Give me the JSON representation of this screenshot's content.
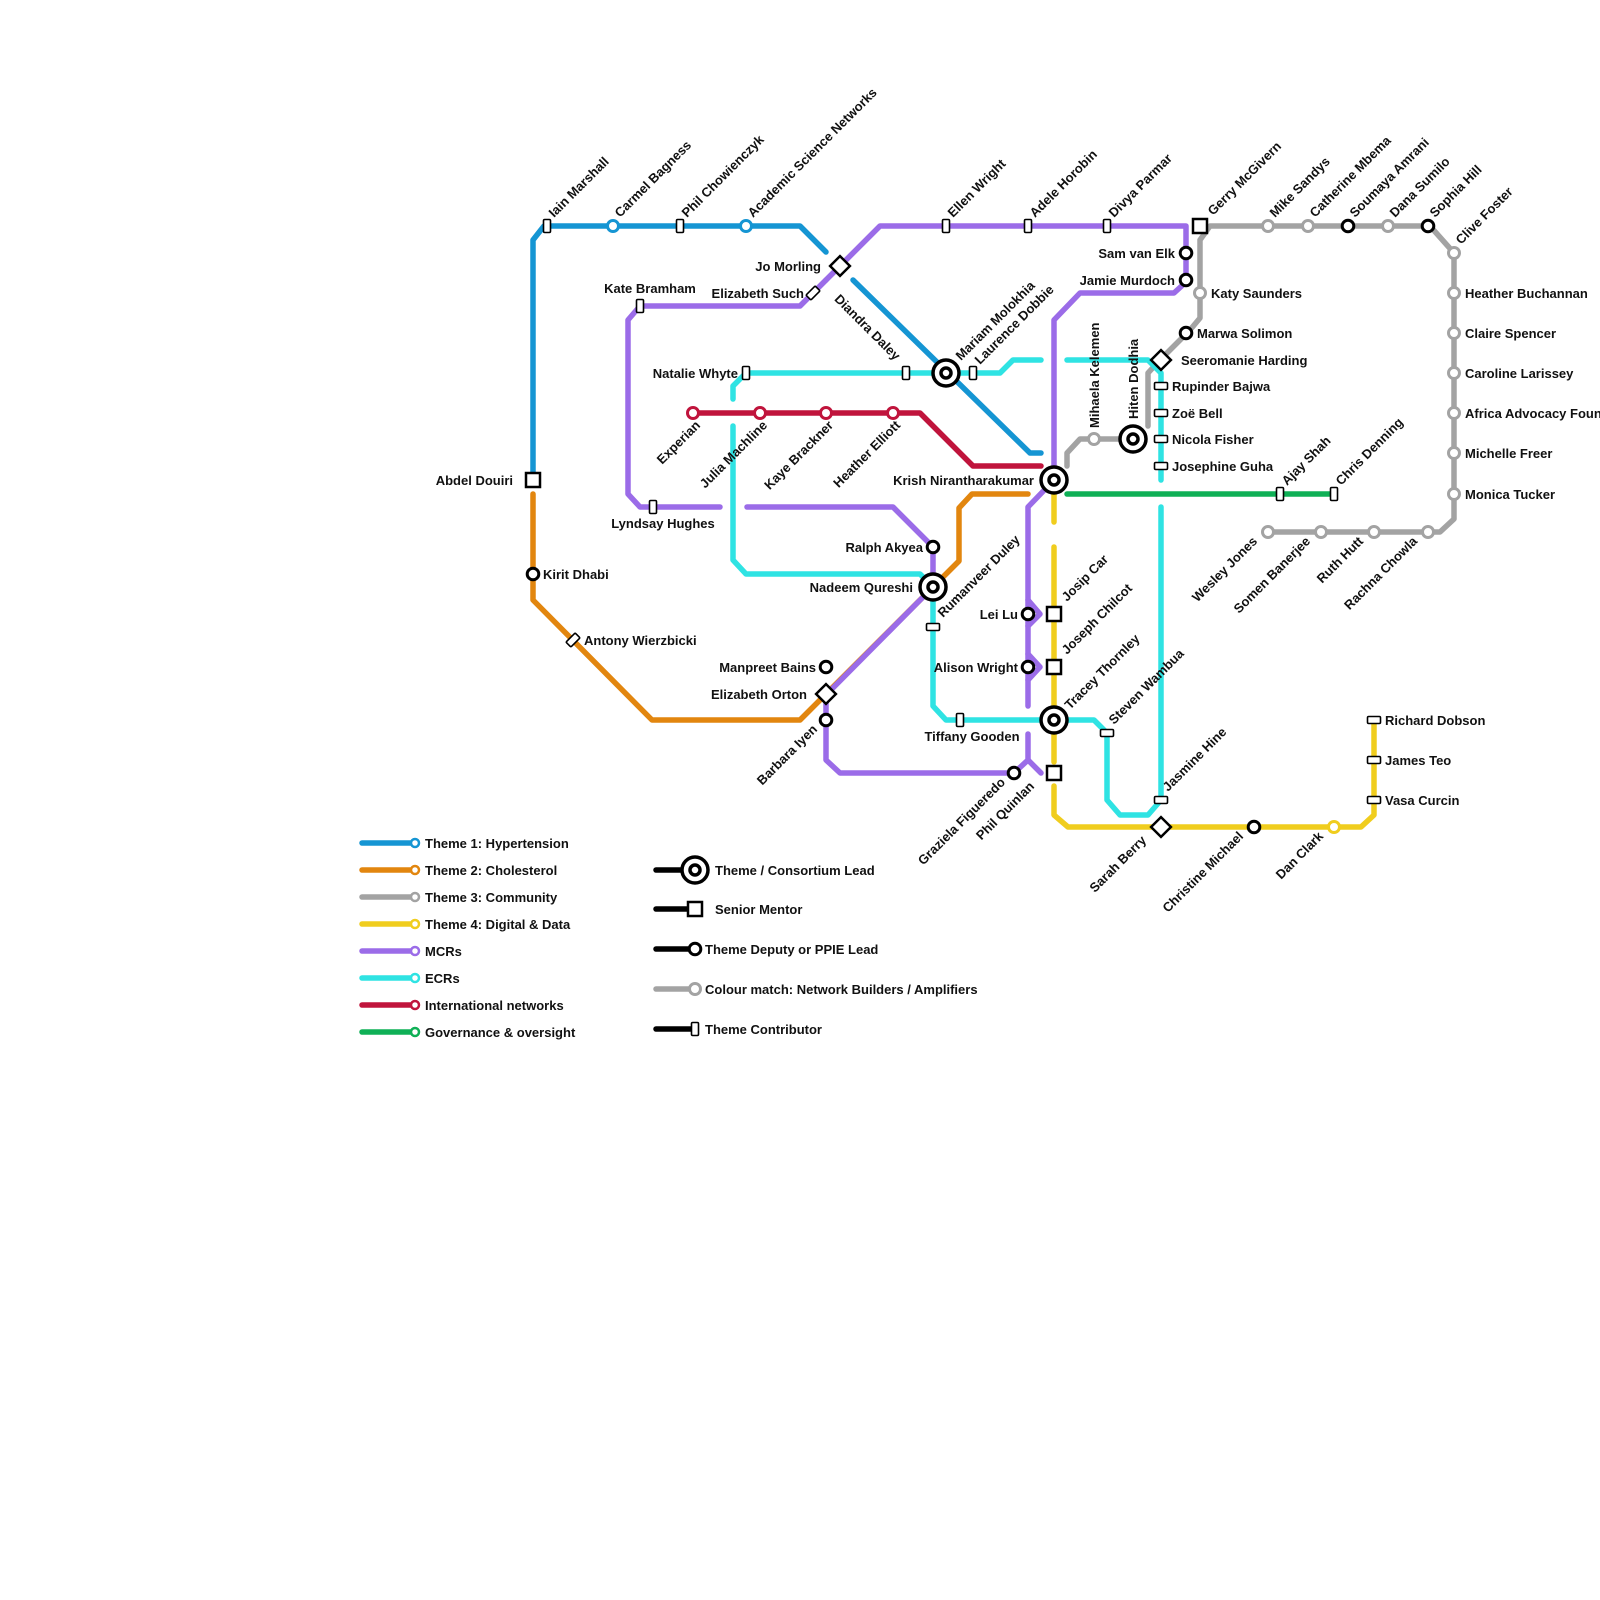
{
  "colors": {
    "hypertension": "#1595d3",
    "cholesterol": "#e2860f",
    "community": "#a3a3a3",
    "digital": "#f0cd1e",
    "mcrs": "#9b6ce8",
    "ecrs": "#2fe3e3",
    "international": "#c0143c",
    "governance": "#0fb056",
    "black": "#000000"
  },
  "line_legend": [
    {
      "key": "hypertension",
      "label": "Theme 1: Hypertension"
    },
    {
      "key": "cholesterol",
      "label": "Theme 2: Cholesterol"
    },
    {
      "key": "community",
      "label": "Theme 3: Community"
    },
    {
      "key": "digital",
      "label": "Theme 4: Digital & Data"
    },
    {
      "key": "mcrs",
      "label": "MCRs"
    },
    {
      "key": "ecrs",
      "label": "ECRs"
    },
    {
      "key": "international",
      "label": "International networks"
    },
    {
      "key": "governance",
      "label": "Governance & oversight"
    }
  ],
  "role_legend": [
    {
      "role": "lead",
      "label": "Theme / Consortium Lead"
    },
    {
      "role": "mentor",
      "label": "Senior Mentor"
    },
    {
      "role": "deputy",
      "label": "Theme Deputy or PPIE Lead"
    },
    {
      "role": "builder",
      "label": "Colour match: Network Builders / Amplifiers"
    },
    {
      "role": "contributor",
      "label": "Theme Contributor"
    }
  ],
  "stations": [
    {
      "name": "Iain Marshall",
      "role": "contributor"
    },
    {
      "name": "Carmel Bagness",
      "role": "builder",
      "line": "hypertension"
    },
    {
      "name": "Phil Chowienczyk",
      "role": "contributor"
    },
    {
      "name": "Academic Science Networks",
      "role": "builder",
      "line": "hypertension"
    },
    {
      "name": "Jo Morling",
      "role": "interchange"
    },
    {
      "name": "Elizabeth Such",
      "role": "contributor"
    },
    {
      "name": "Kate Bramham",
      "role": "contributor"
    },
    {
      "name": "Diandra Daley",
      "role": "contributor"
    },
    {
      "name": "Mariam Molokhia",
      "role": "lead"
    },
    {
      "name": "Laurence Dobbie",
      "role": "contributor"
    },
    {
      "name": "Ellen Wright",
      "role": "contributor"
    },
    {
      "name": "Adele Horobin",
      "role": "contributor"
    },
    {
      "name": "Divya Parmar",
      "role": "contributor"
    },
    {
      "name": "Gerry McGivern",
      "role": "mentor"
    },
    {
      "name": "Mike Sandys",
      "role": "builder",
      "line": "community"
    },
    {
      "name": "Catherine Mbema",
      "role": "builder",
      "line": "community"
    },
    {
      "name": "Soumaya Amrani",
      "role": "deputy"
    },
    {
      "name": "Dana Sumilo",
      "role": "builder",
      "line": "community"
    },
    {
      "name": "Sophia Hill",
      "role": "deputy"
    },
    {
      "name": "Clive Foster",
      "role": "builder",
      "line": "community"
    },
    {
      "name": "Heather Buchannan",
      "role": "builder",
      "line": "community"
    },
    {
      "name": "Claire Spencer",
      "role": "builder",
      "line": "community"
    },
    {
      "name": "Caroline Larissey",
      "role": "builder",
      "line": "community"
    },
    {
      "name": "Africa Advocacy Foundation",
      "role": "builder",
      "line": "community"
    },
    {
      "name": "Michelle Freer",
      "role": "builder",
      "line": "community"
    },
    {
      "name": "Monica Tucker",
      "role": "builder",
      "line": "community"
    },
    {
      "name": "Sam van Elk",
      "role": "deputy"
    },
    {
      "name": "Jamie Murdoch",
      "role": "deputy"
    },
    {
      "name": "Katy Saunders",
      "role": "builder",
      "line": "community"
    },
    {
      "name": "Marwa Solimon",
      "role": "deputy"
    },
    {
      "name": "Seeromanie Harding",
      "role": "interchange"
    },
    {
      "name": "Rupinder Bajwa",
      "role": "contributor"
    },
    {
      "name": "Zoë Bell",
      "role": "contributor"
    },
    {
      "name": "Nicola Fisher",
      "role": "contributor"
    },
    {
      "name": "Josephine Guha",
      "role": "contributor"
    },
    {
      "name": "Hiten Dodhia",
      "role": "lead"
    },
    {
      "name": "Mihaela Kelemen",
      "role": "builder",
      "line": "community"
    },
    {
      "name": "Natalie Whyte",
      "role": "contributor"
    },
    {
      "name": "Experian",
      "role": "builder",
      "line": "international"
    },
    {
      "name": "Julia Machline",
      "role": "builder",
      "line": "international"
    },
    {
      "name": "Kaye Brackner",
      "role": "builder",
      "line": "international"
    },
    {
      "name": "Heather Elliott",
      "role": "builder",
      "line": "international"
    },
    {
      "name": "Krish Nirantharakumar",
      "role": "lead"
    },
    {
      "name": "Ajay Shah",
      "role": "contributor"
    },
    {
      "name": "Chris Denning",
      "role": "contributor"
    },
    {
      "name": "Wesley Jones",
      "role": "builder",
      "line": "community"
    },
    {
      "name": "Somen Banerjee",
      "role": "builder",
      "line": "community"
    },
    {
      "name": "Ruth Hutt",
      "role": "builder",
      "line": "community"
    },
    {
      "name": "Rachna Chowla",
      "role": "builder",
      "line": "community"
    },
    {
      "name": "Abdel Douiri",
      "role": "mentor"
    },
    {
      "name": "Kirit Dhabi",
      "role": "deputy"
    },
    {
      "name": "Antony Wierzbicki",
      "role": "contributor"
    },
    {
      "name": "Lyndsay Hughes",
      "role": "contributor"
    },
    {
      "name": "Ralph Akyea",
      "role": "deputy"
    },
    {
      "name": "Nadeem Qureshi",
      "role": "lead"
    },
    {
      "name": "Rumanveer Duley",
      "role": "contributor"
    },
    {
      "name": "Josip Car",
      "role": "mentor"
    },
    {
      "name": "Lei Lu",
      "role": "deputy"
    },
    {
      "name": "Joseph Chilcot",
      "role": "mentor"
    },
    {
      "name": "Alison Wright",
      "role": "deputy"
    },
    {
      "name": "Tracey Thornley",
      "role": "lead"
    },
    {
      "name": "Steven Wambua",
      "role": "contributor"
    },
    {
      "name": "Tiffany Gooden",
      "role": "contributor"
    },
    {
      "name": "Manpreet Bains",
      "role": "deputy"
    },
    {
      "name": "Elizabeth Orton",
      "role": "interchange"
    },
    {
      "name": "Barbara Iyen",
      "role": "deputy"
    },
    {
      "name": "Graziela Figueredo",
      "role": "deputy"
    },
    {
      "name": "Phil Quinlan",
      "role": "mentor"
    },
    {
      "name": "Jasmine Hine",
      "role": "contributor"
    },
    {
      "name": "Sarah Berry",
      "role": "interchange"
    },
    {
      "name": "Christine Michael",
      "role": "deputy"
    },
    {
      "name": "Dan Clark",
      "role": "builder",
      "line": "digital"
    },
    {
      "name": "Richard Dobson",
      "role": "contributor"
    },
    {
      "name": "James Teo",
      "role": "contributor"
    },
    {
      "name": "Vasa Curcin",
      "role": "contributor"
    }
  ]
}
